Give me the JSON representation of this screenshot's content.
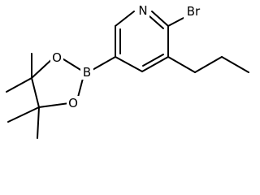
{
  "structure": {
    "atoms": {
      "N": "N",
      "Br": "Br",
      "B": "B",
      "O1": "O",
      "O2": "O"
    },
    "line_color": "#000000",
    "background": "#ffffff"
  }
}
